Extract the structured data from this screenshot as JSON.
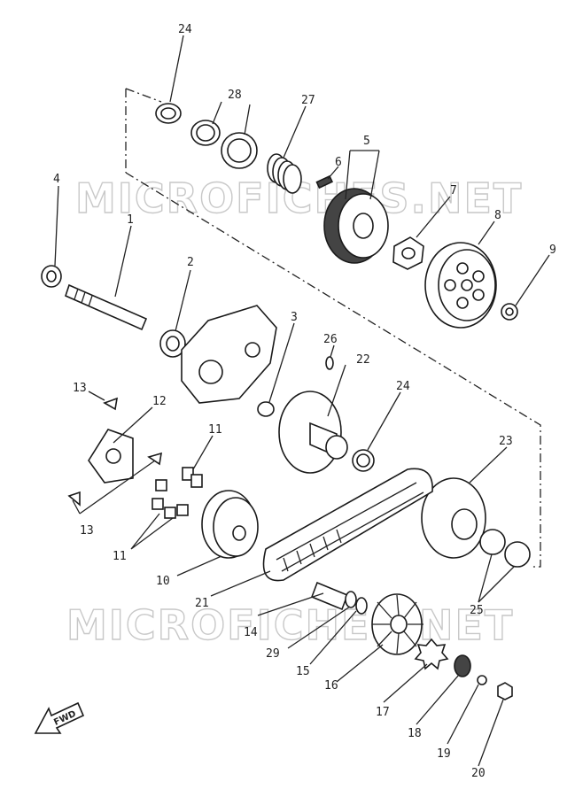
{
  "watermark": "MICROFICHES.NET",
  "fwd_label": "FWD",
  "labels": [
    "1",
    "2",
    "3",
    "4",
    "5",
    "6",
    "7",
    "8",
    "9",
    "10",
    "11",
    "11",
    "12",
    "13",
    "13",
    "14",
    "15",
    "16",
    "17",
    "18",
    "19",
    "20",
    "21",
    "22",
    "23",
    "24",
    "24",
    "25",
    "26",
    "27",
    "28",
    "29"
  ]
}
